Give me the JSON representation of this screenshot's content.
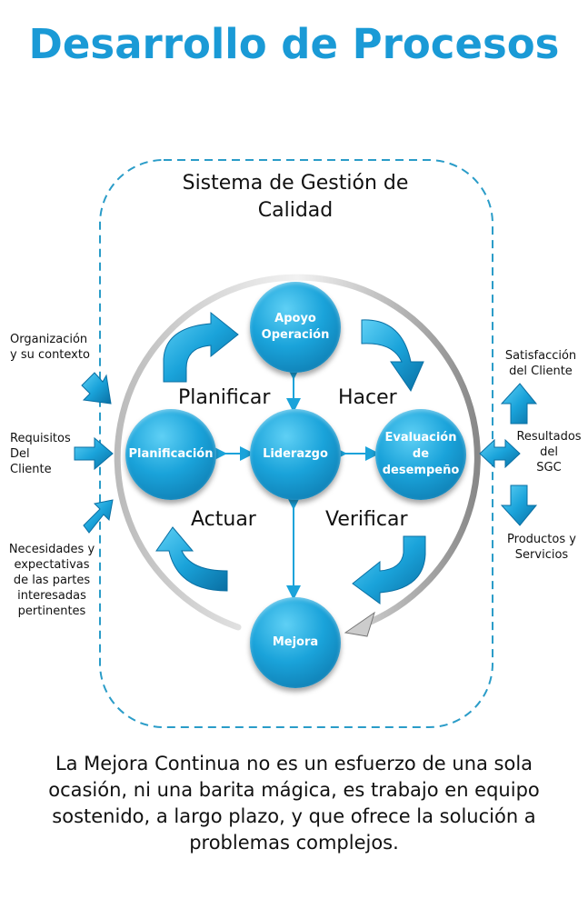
{
  "title": "Desarrollo de Procesos",
  "system_label": "Sistema de Gestión de Calidad",
  "phases": {
    "planificar": "Planificar",
    "hacer": "Hacer",
    "actuar": "Actuar",
    "verificar": "Verificar"
  },
  "nodes": {
    "apoyo": "Apoyo\nOperación",
    "planificacion": "Planificación",
    "liderazgo": "Liderazgo",
    "evaluacion": "Evaluación\nde\ndesempeño",
    "mejora": "Mejora"
  },
  "inputs": {
    "organizacion": "Organización\ny su contexto",
    "requisitos": "Requisitos\nDel\nCliente",
    "necesidades": "Necesidades y\nexpectativas\nde las partes\ninteresadas\npertinentes"
  },
  "outputs": {
    "satisfaccion": "Satisfacción\ndel Cliente",
    "resultados": "Resultados\ndel\nSGC",
    "productos": "Productos y\nServicios"
  },
  "footer": "La Mejora Continua no es un esfuerzo de una sola ocasión, ni una barita mágica, es trabajo en equipo sostenido, a largo plazo, y que ofrece la solución a problemas complejos.",
  "colors": {
    "accent": "#1a9ad6",
    "arrow": "#1aa3da",
    "dashed_border": "#2a9cc8"
  }
}
